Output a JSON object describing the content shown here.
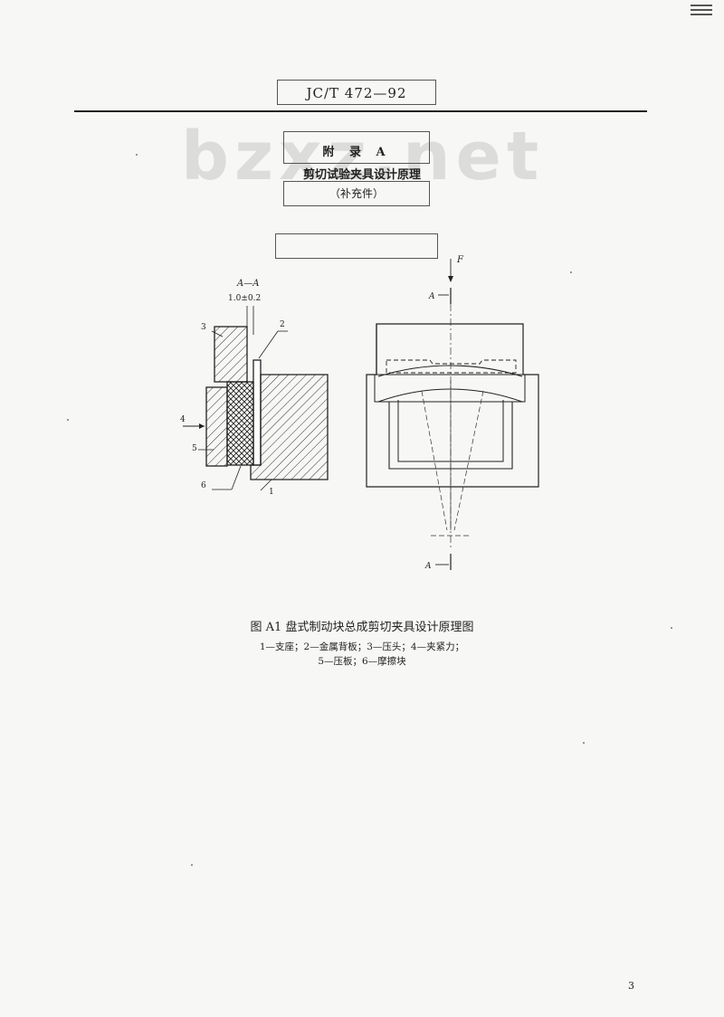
{
  "header": {
    "standard_code": "JC/T 472—92"
  },
  "watermark": "bzxz.net",
  "annex": {
    "label": "附 录 A",
    "title": "剪切试验夹具设计原理",
    "type": "（补充件）"
  },
  "figure": {
    "section_label": "A—A",
    "gap_dimension": "1.0±0.2",
    "force_label": "F",
    "section_mark_top": "A",
    "section_mark_bottom": "A",
    "part_numbers": [
      "1",
      "2",
      "3",
      "4",
      "5",
      "6"
    ],
    "caption": "图 A1   盘式制动块总成剪切夹具设计原理图",
    "legend_line1": "1—支座；2—金属背板；3—压头；4—夹紧力；",
    "legend_line2": "5—压板；6—摩擦块"
  },
  "page_number": "3",
  "colors": {
    "paper": "#f7f7f5",
    "ink": "#222222"
  }
}
